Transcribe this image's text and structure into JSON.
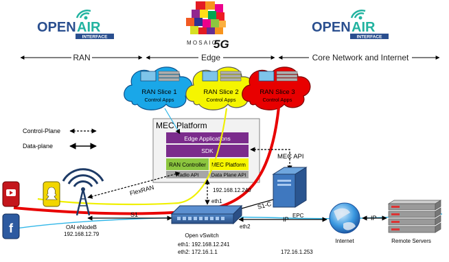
{
  "logos": {
    "oai_left": {
      "open": "OPEN",
      "air": "AIR",
      "interface": "INTERFACE"
    },
    "mosaic": {
      "word": "MOSAIC",
      "five_g": "5G"
    },
    "oai_right": {
      "open": "OPEN",
      "air": "AIR",
      "interface": "INTERFACE"
    }
  },
  "domains": {
    "ran": "RAN",
    "edge": "Edge",
    "core": "Core Network and Internet"
  },
  "slices": [
    {
      "name": "RAN Slice 1",
      "sub": "Control Apps",
      "color": "#1aa7e8"
    },
    {
      "name": "RAN Slice 2",
      "sub": "Control Apps",
      "color": "#f5f500"
    },
    {
      "name": "RAN Slice 3",
      "sub": "Control Apps",
      "color": "#e80000"
    }
  ],
  "legend": {
    "control": "Control-Plane",
    "data": "Data-plane"
  },
  "mec": {
    "title": "MEC Platform",
    "edge_apps": "Edge Applications",
    "sdk": "SDK",
    "ran_controller": "RAN Controller",
    "mec_platform": "MEC Platform",
    "radio_api": "Radio API",
    "data_plane_api": "Data Plane API"
  },
  "labels": {
    "mec_api": "MEC API",
    "flexran": "FlexRAN",
    "mec_ip": "192.168.12.240",
    "eth1_top": "eth1",
    "s1": "S1",
    "s1c": "S1-C",
    "ip_mid": "IP",
    "ip_right": "IP",
    "epc": "EPC",
    "eth2": "eth2",
    "enb_name": "OAI eNodeB",
    "enb_ip": "192.168.12.79",
    "ovs_name": "Open vSwitch",
    "ovs_eth1": "eth1: 192.168.12.241",
    "ovs_eth2": "eth2: 172.16.1.1",
    "epc_ip": "172.16.1.253",
    "internet": "Internet",
    "remote": "Remote Servers"
  },
  "colors": {
    "oai_blue": "#2a4f8f",
    "oai_green": "#22b3a0",
    "mec_purple": "#7b2c8c",
    "ran_ctrl_green": "#8cc63f",
    "mec_yellow": "#f7f700",
    "api_gray": "#a6a6a6",
    "data_red": "#e80000",
    "data_yellow": "#f0f000",
    "link_cyan": "#2fb6e8",
    "switch_blue": "#3a6aa8"
  }
}
